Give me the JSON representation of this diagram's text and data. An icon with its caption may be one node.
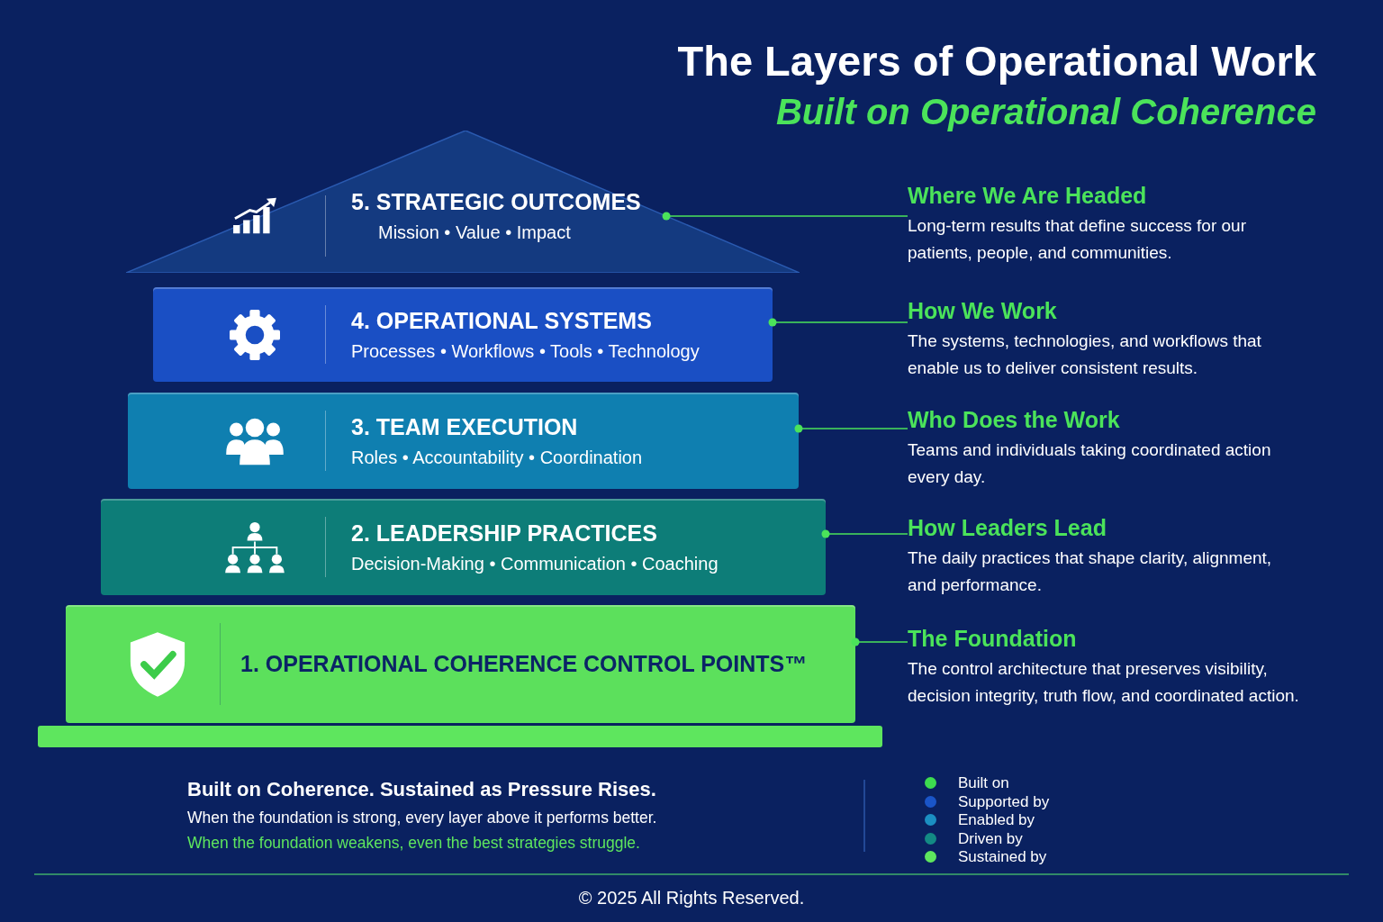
{
  "diagram": {
    "title": "The Layers of Operational Work",
    "nodes": [
      {
        "text": [
          "5. STRATEGIC OUTCOMES",
          "Mission • Value • Impact"
        ]
      },
      {
        "text": [
          "4. OPERATIONAL SYSTEMS",
          "Processes • Workflows • Tools • Technology"
        ]
      },
      {
        "text": [
          "3. TEAM EXECUTION",
          "Roles • Accountability • Coordination"
        ]
      },
      {
        "text": [
          "2. LEADERSHIP PRACTICES",
          "Decision-Making • Communication • Coaching"
        ]
      },
      {
        "text": [
          "1. OPERATIONAL COHERENCE CONTROL POINTS™"
        ]
      },
      {
        "text": [
          "Where We Are Headed",
          "Long-term results that define success for our patients, people, and communities."
        ]
      },
      {
        "text": [
          "How We Work",
          "The systems, technologies, and workflows that enable us to deliver consistent results."
        ]
      },
      {
        "text": [
          "Who Does the Work",
          "Teams and individuals taking coordinated action every day."
        ]
      },
      {
        "text": [
          "How Leaders Lead",
          "The daily practices that shape clarity, alignment, and performance."
        ]
      },
      {
        "text": [
          "The Foundation",
          "The control architecture that preserves visibility, decision integrity, truth flow, and coordinated action."
        ]
      },
      {
        "text": [],
        "shape": "bar"
      }
    ],
    "edges": [
      {
        "from": 0,
        "to": 5,
        "arrow": "other"
      },
      {
        "from": 1,
        "to": 6,
        "arrow": "other"
      },
      {
        "from": 2,
        "to": 7,
        "arrow": "other"
      },
      {
        "from": 3,
        "to": 8,
        "arrow": "other"
      },
      {
        "from": 4,
        "to": 9,
        "arrow": "other"
      }
    ],
    "labels": [
      "Built on Operational Coherence",
      "Built on Coherence. Sustained as Pressure Rises.",
      "When the foundation is strong, every layer above it performs better.",
      "When the foundation weakens, even the best strategies struggle.",
      "© 2025 All Rights Reserved."
    ],
    "legend": [
      {
        "text": "Built on",
        "color": "#3ddc4f"
      },
      {
        "text": "Supported by",
        "color": "#1a55c8"
      },
      {
        "text": "Enabled by",
        "color": "#1b8fc2"
      },
      {
        "text": "Driven by",
        "color": "#138a84"
      },
      {
        "text": "Sustained by",
        "color": "#5ee65e"
      }
    ]
  }
}
